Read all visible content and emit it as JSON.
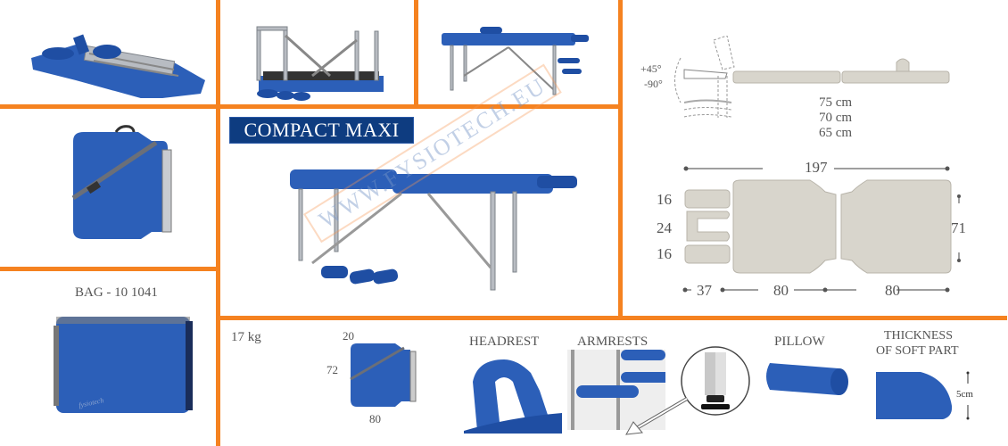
{
  "colors": {
    "divider": "#f58220",
    "title_bg": "#0e3c80",
    "title_text": "#ffffff",
    "product_blue": "#2c5fb8",
    "diagram_beige": "#d8d5cc",
    "text_gray": "#555555"
  },
  "title": "COMPACT MAXI",
  "watermark": "WWW.FYSIOTECH.EU",
  "gallery": [
    {
      "id": "folded-flat-view",
      "label": ""
    },
    {
      "id": "unfolding-frame-view",
      "label": ""
    },
    {
      "id": "assembled-side-view",
      "label": ""
    },
    {
      "id": "folded-case-view",
      "label": ""
    }
  ],
  "bag": {
    "label": "BAG - 10 1041",
    "brand_mark": "fysiotech"
  },
  "side_diagram": {
    "angle_up": "+45°",
    "angle_down": "-90°",
    "heights": [
      "75 cm",
      "70 cm",
      "65 cm"
    ]
  },
  "top_diagram": {
    "total_length": "197",
    "width": "71",
    "headrest_segments": [
      "16",
      "24",
      "16"
    ],
    "length_segments": [
      "37",
      "80",
      "80"
    ]
  },
  "specs": {
    "weight": "17 kg",
    "folded_dims": {
      "depth": "20",
      "height": "72",
      "length": "80"
    }
  },
  "accessories": [
    {
      "id": "headrest",
      "label": "HEADREST"
    },
    {
      "id": "armrests",
      "label": "ARMRESTS"
    },
    {
      "id": "pillow",
      "label": "PILLOW"
    },
    {
      "id": "thickness",
      "label_line1": "THICKNESS",
      "label_line2": "OF SOFT PART",
      "value": "5cm"
    }
  ]
}
